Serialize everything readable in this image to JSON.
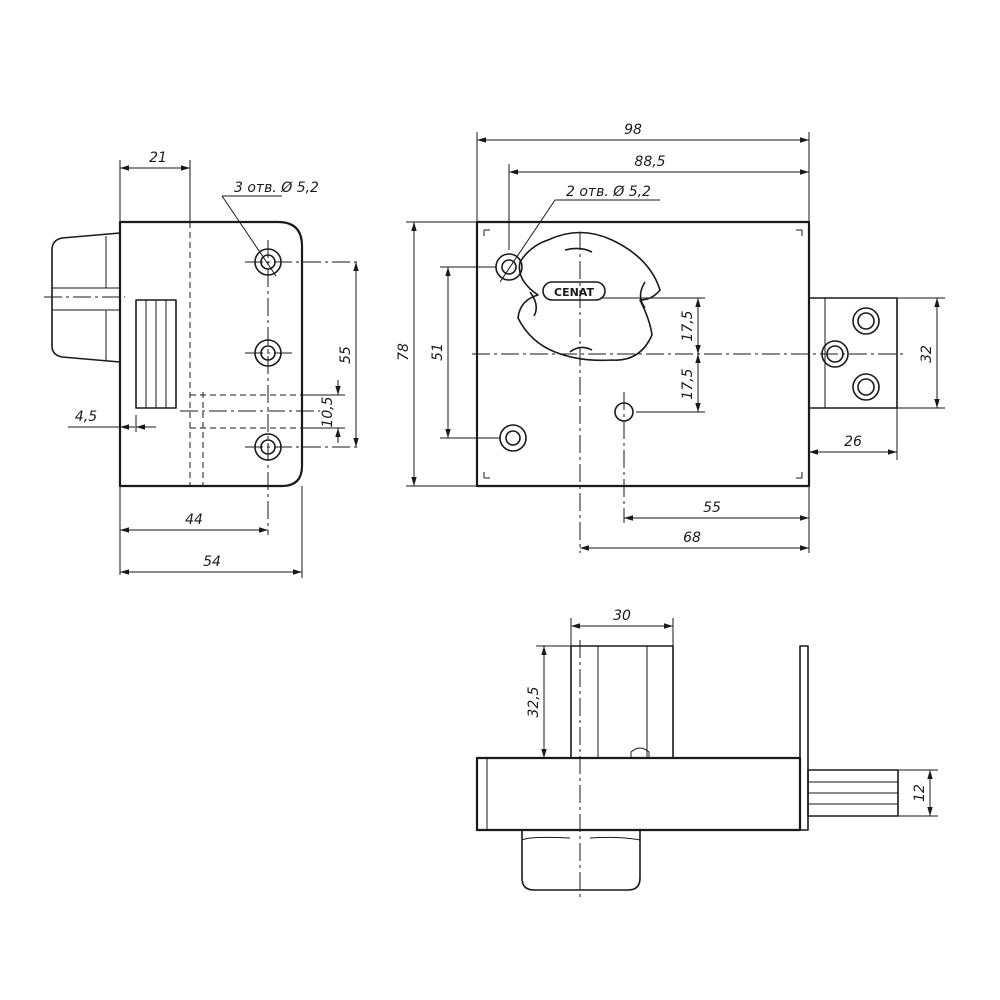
{
  "dimensions": {
    "left_width_21": "21",
    "left_holes_note": "3 отв. Ø 5,2",
    "left_height_55": "55",
    "left_offset_4_5": "4,5",
    "left_slot_10_5": "10,5",
    "left_width_44": "44",
    "left_width_54": "54",
    "front_width_98": "98",
    "front_width_88_5": "88,5",
    "front_holes_note": "2 отв. Ø 5,2",
    "front_height_78": "78",
    "front_height_51": "51",
    "front_upper_17_5": "17,5",
    "front_lower_17_5": "17,5",
    "front_bolt_32": "32",
    "front_bolt_26": "26",
    "front_width_55": "55",
    "front_width_68": "68",
    "bottom_width_30": "30",
    "bottom_height_32_5": "32,5",
    "bottom_bolt_12": "12"
  },
  "logo_text": "CENAT"
}
